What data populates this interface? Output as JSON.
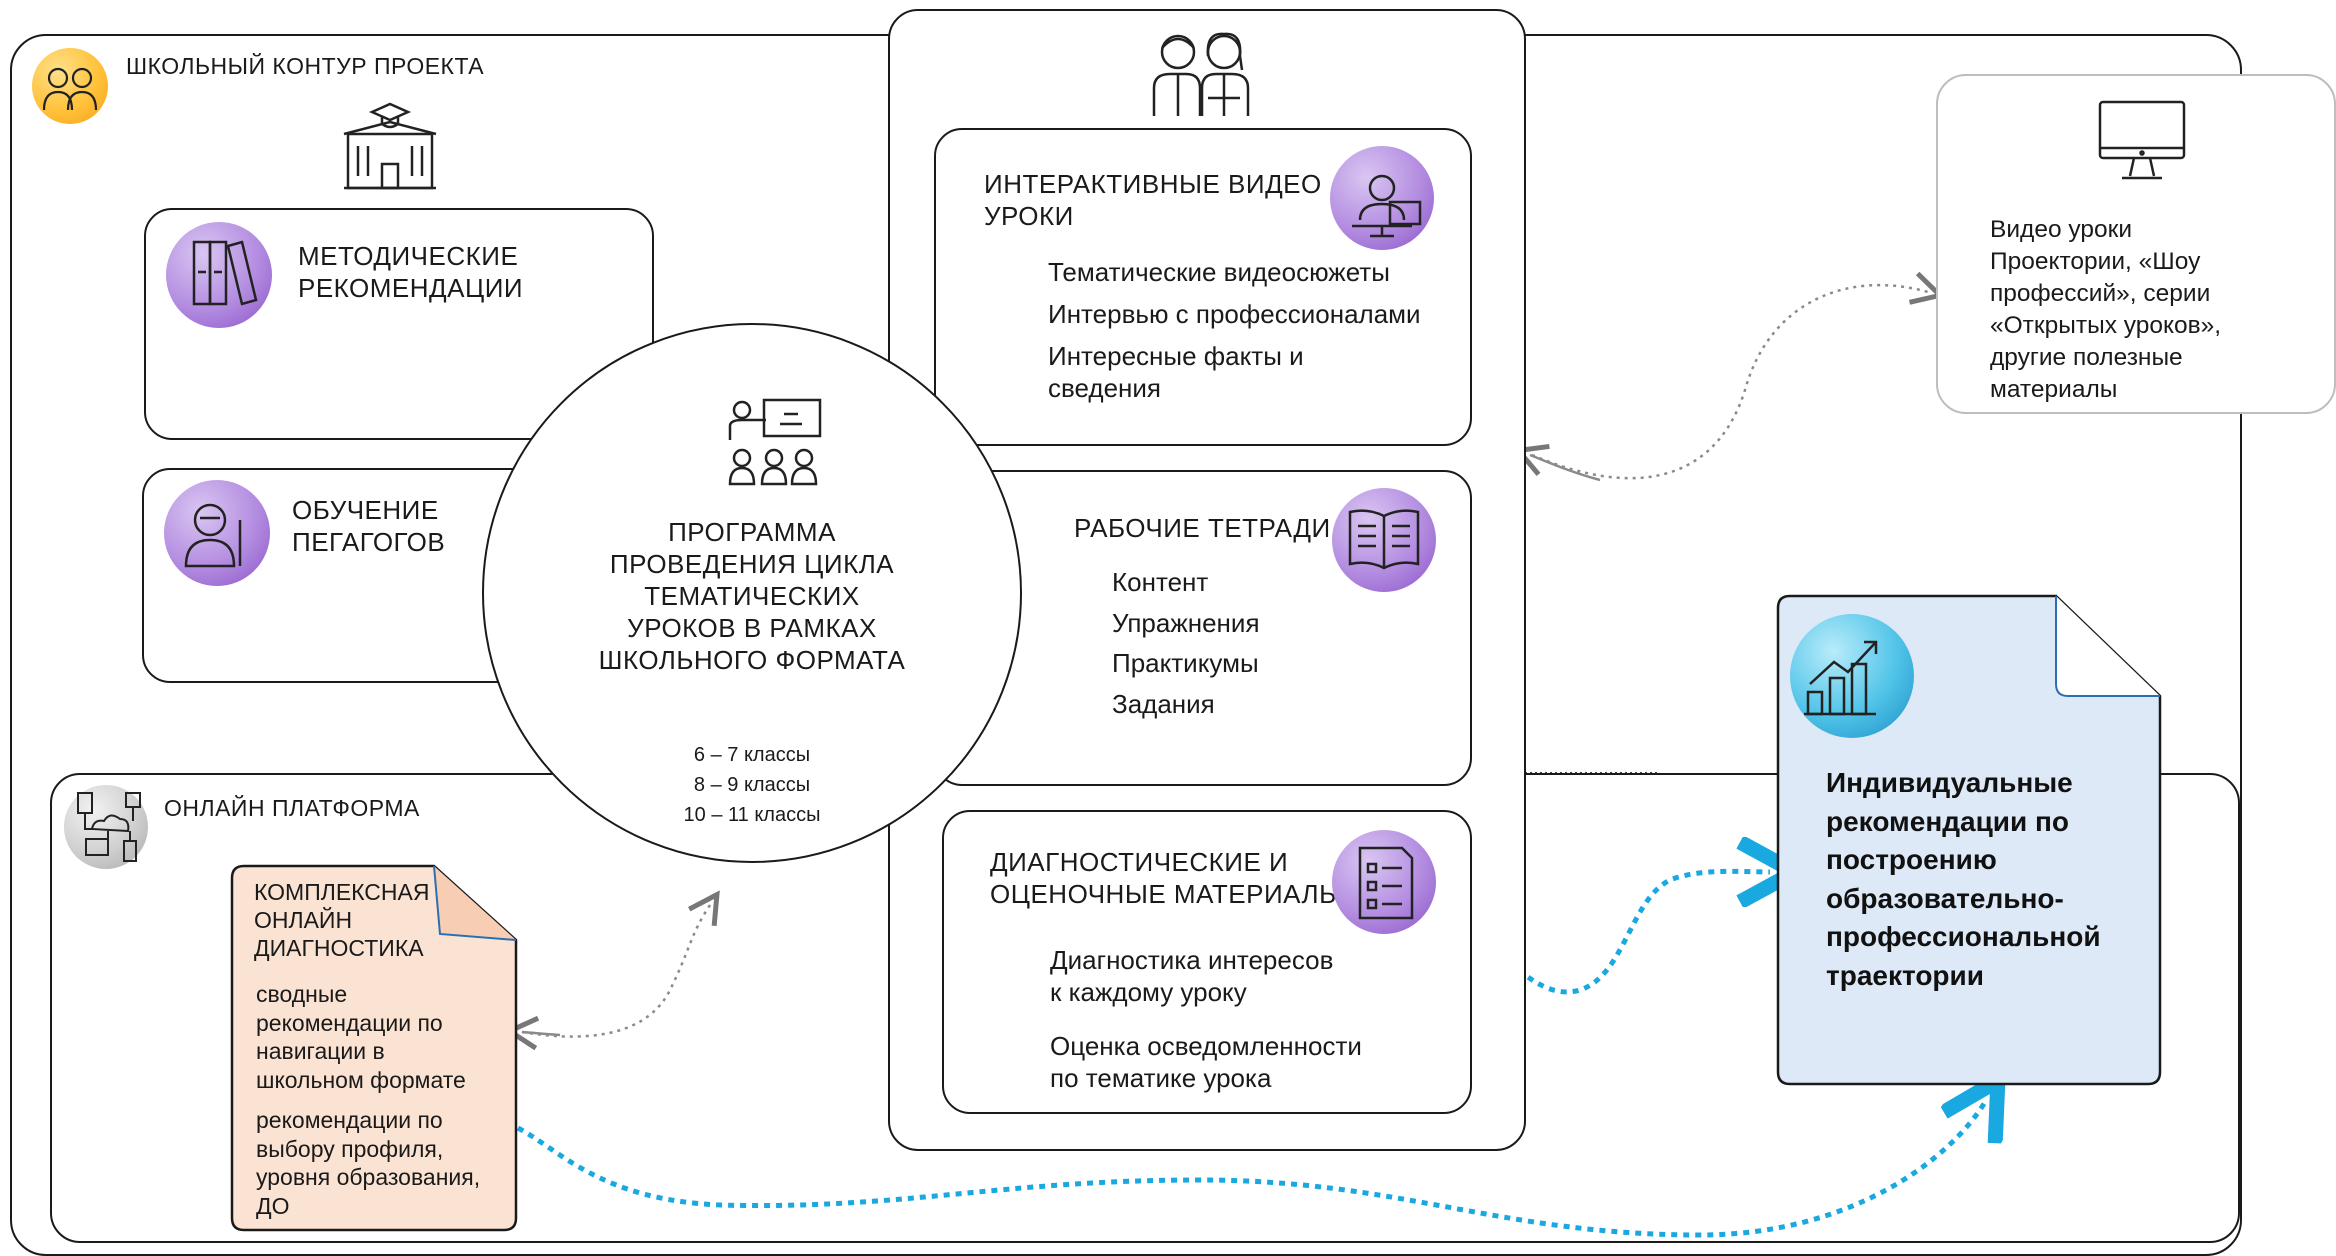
{
  "school": {
    "title": "ШКОЛЬНЫЙ КОНТУР ПРОЕКТА",
    "methodical": "МЕТОДИЧЕСКИЕ\nРЕКОМЕНДАЦИИ",
    "teachers": "ОБУЧЕНИЕ\nПЕГАГОГОВ"
  },
  "center": {
    "title": "ПРОГРАММА\nПРОВЕДЕНИЯ ЦИКЛА\nТЕМАТИЧЕСКИХ\nУРОКОВ В РАМКАХ\nШКОЛЬНОГО ФОРМАТА",
    "grades": [
      "6 – 7 классы",
      "8 – 9 классы",
      "10 – 11 классы"
    ]
  },
  "video": {
    "title": "ИНТЕРАКТИВНЫЕ ВИДЕО\nУРОКИ",
    "items": [
      "Тематические видеосюжеты",
      "Интервью с профессионалами",
      "Интересные факты и\nсведения"
    ]
  },
  "workbooks": {
    "title": "РАБОЧИЕ ТЕТРАДИ",
    "items": [
      "Контент",
      "Упражнения",
      "Практикумы",
      "Задания"
    ]
  },
  "diagnostics": {
    "title": "ДИАГНОСТИЧЕСКИЕ И\nОЦЕНОЧНЫЕ МАТЕРИАЛЫ",
    "items": [
      "Диагностика интересов\nк каждому уроку",
      "Оценка осведомленности\nпо тематике урока"
    ]
  },
  "online": {
    "title": "ОНЛАЙН ПЛАТФОРМА",
    "doc_title": "КОМПЛЕКСНАЯ\nОНЛАЙН\nДИАГНОСТИКА",
    "doc_items": [
      "сводные\nрекомендации по\nнавигации в\nшкольном формате",
      "рекомендации по\nвыбору профиля,\nуровня образования,\nДО"
    ]
  },
  "external": {
    "text": "Видео уроки\nПроектории, «Шоу\nпрофессий», серии\n«Открытых уроков»,\nдругие полезные\nматериалы"
  },
  "result": {
    "text": "Индивидуальные\nрекомендации по\nпостроению\nобразовательно-\nпрофессиональной\nтраектории"
  },
  "colors": {
    "accent_blue": "#19a8e0",
    "doc_orange": "#fbe3d3",
    "doc_blue": "#dde9f7",
    "purple": "#9b6bd6"
  }
}
